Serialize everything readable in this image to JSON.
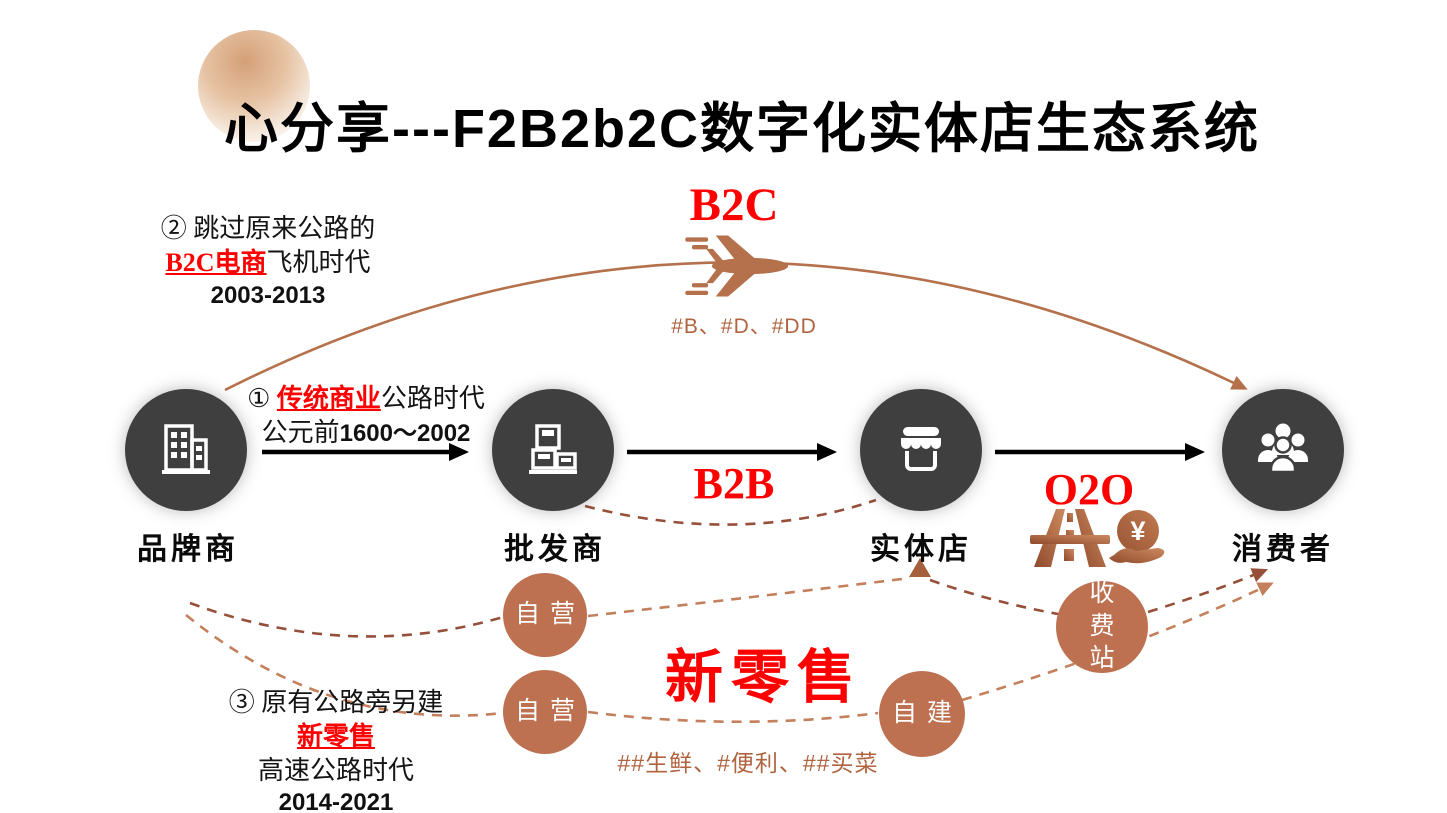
{
  "title": "心分享---F2B2b2C数字化实体店生态系统",
  "notes": {
    "note1": {
      "prefix": "① ",
      "highlight": "传统商业",
      "suffix": "公路时代",
      "line2_prefix": "公元前",
      "line2_years": "1600～2002"
    },
    "note2": {
      "line1": "② 跳过原来公路的",
      "highlight": "B2C电商",
      "suffix": "飞机时代",
      "period": "2003-2013"
    },
    "note3": {
      "line1": "③ 原有公路旁另建",
      "highlight": "新零售",
      "line2": "高速公路时代",
      "period": "2014-2021"
    }
  },
  "labels": {
    "b2c": "B2C",
    "b2b": "B2B",
    "o2o": "O2O",
    "new_retail": "新零售",
    "b2c_tags": "#B、#D、#DD",
    "new_retail_tags": "##生鲜、#便利、##买菜",
    "yuan": "¥"
  },
  "nodes": [
    {
      "label": "品牌商",
      "icon": "factory-building-icon"
    },
    {
      "label": "批发商",
      "icon": "warehouse-boxes-icon"
    },
    {
      "label": "实体店",
      "icon": "storefront-icon"
    },
    {
      "label": "消费者",
      "icon": "consumers-group-icon"
    }
  ],
  "bubbles": [
    {
      "label": "自营"
    },
    {
      "label": "自营"
    },
    {
      "label": "自建"
    },
    {
      "label": "收费站"
    }
  ],
  "colors": {
    "red_accent": "#ff0000",
    "node_dark": "#3f3f3f",
    "bubble_sienna": "#bd7150",
    "arc_sienna": "#b5714c",
    "dashed_dark": "#96503a",
    "dashed_light": "#c4805c",
    "tag_brown": "#b0633f"
  }
}
